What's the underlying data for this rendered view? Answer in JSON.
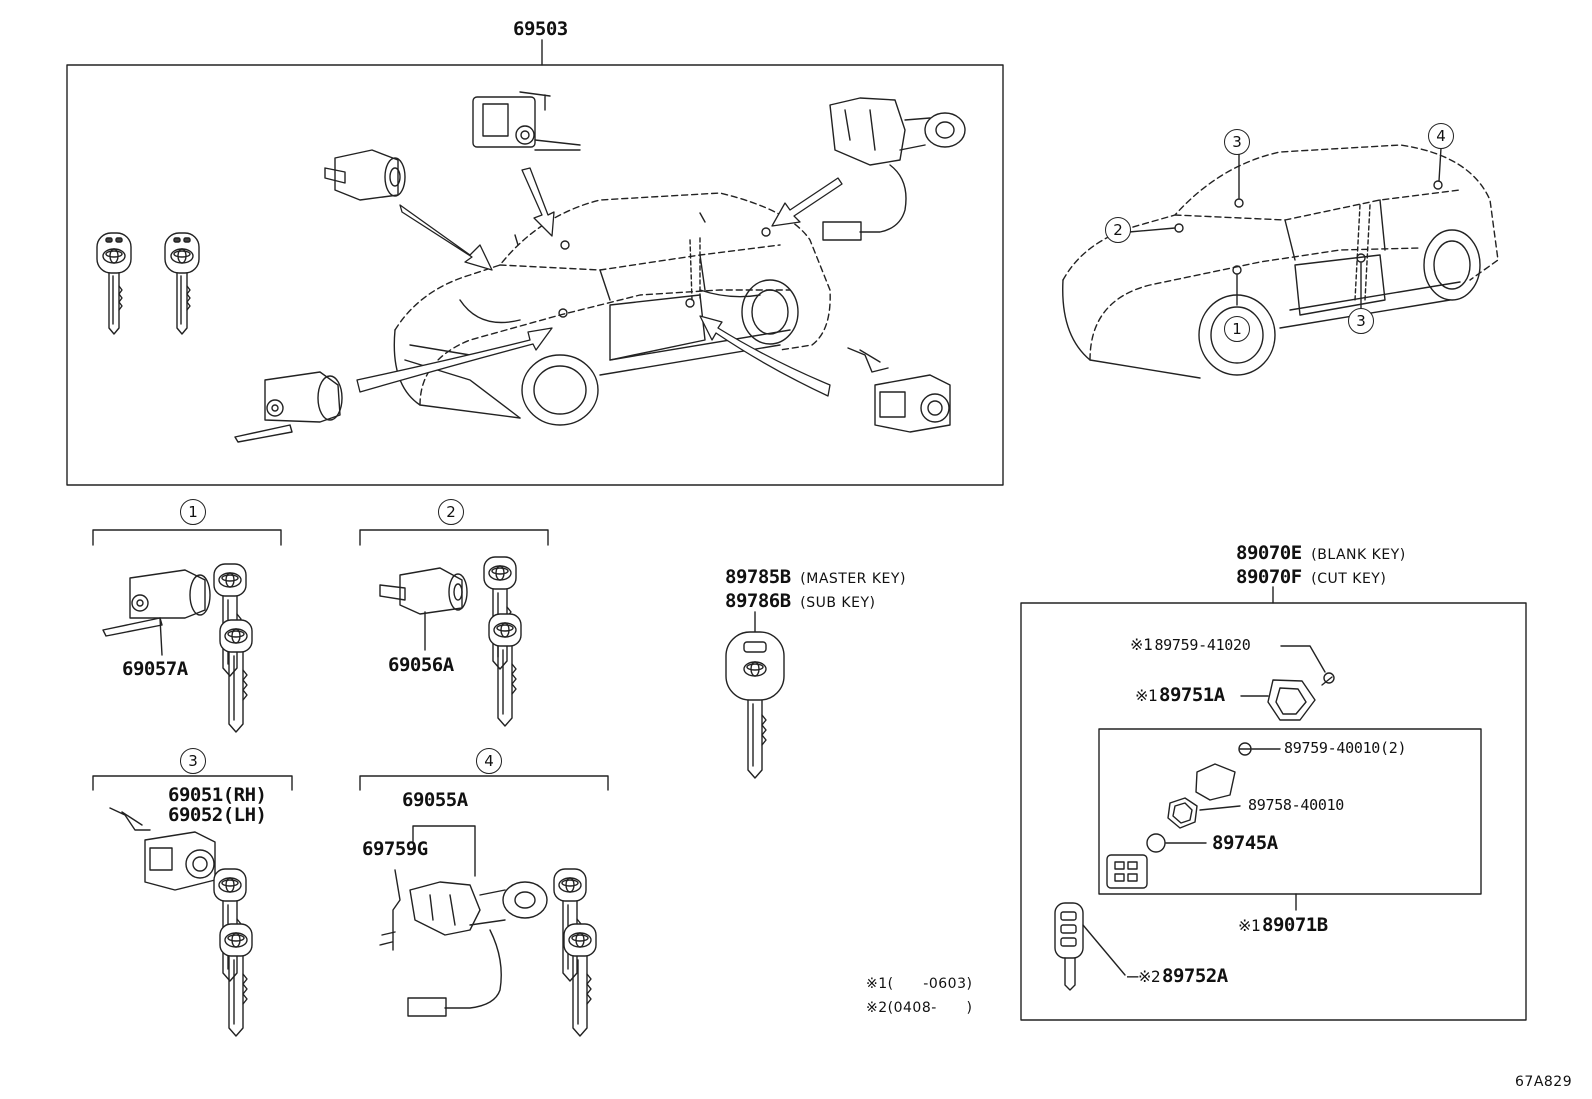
{
  "assembly": {
    "part_no": "69503"
  },
  "callouts": [
    "1",
    "2",
    "3",
    "4"
  ],
  "groups": [
    {
      "callout": "1",
      "parts": [
        "69057A"
      ]
    },
    {
      "callout": "2",
      "parts": [
        "69056A"
      ]
    },
    {
      "callout": "3",
      "parts": [
        "69051(RH)",
        "69052(LH)"
      ]
    },
    {
      "callout": "4",
      "parts": [
        "69055A",
        "69759G"
      ]
    }
  ],
  "master_key": {
    "part_no": "89785B",
    "note": "(MASTER KEY)"
  },
  "sub_key": {
    "part_no": "89786B",
    "note": "(SUB KEY)"
  },
  "blank_key": {
    "part_no": "89070E",
    "note": "(BLANK KEY)"
  },
  "cut_key": {
    "part_no": "89070F",
    "note": "(CUT KEY)"
  },
  "transmitter_parts": {
    "screw": {
      "mark": "※1",
      "part_no": "89759-41020"
    },
    "case": {
      "mark": "※1",
      "part_no": "89751A"
    },
    "screw2": {
      "part_no": "89759-40010(2)"
    },
    "cover": {
      "part_no": "89758-40010"
    },
    "battery": {
      "part_no": "89745A"
    },
    "transmitter": {
      "mark": "※1",
      "part_no": "89071B"
    },
    "key": {
      "mark": "※2",
      "part_no": "89752A"
    }
  },
  "footnotes": {
    "n1_mark": "※1",
    "n1_text": "(      -0603)",
    "n2_mark": "※2",
    "n2_text": "(0408-      )"
  },
  "diagram_code": "67A829"
}
